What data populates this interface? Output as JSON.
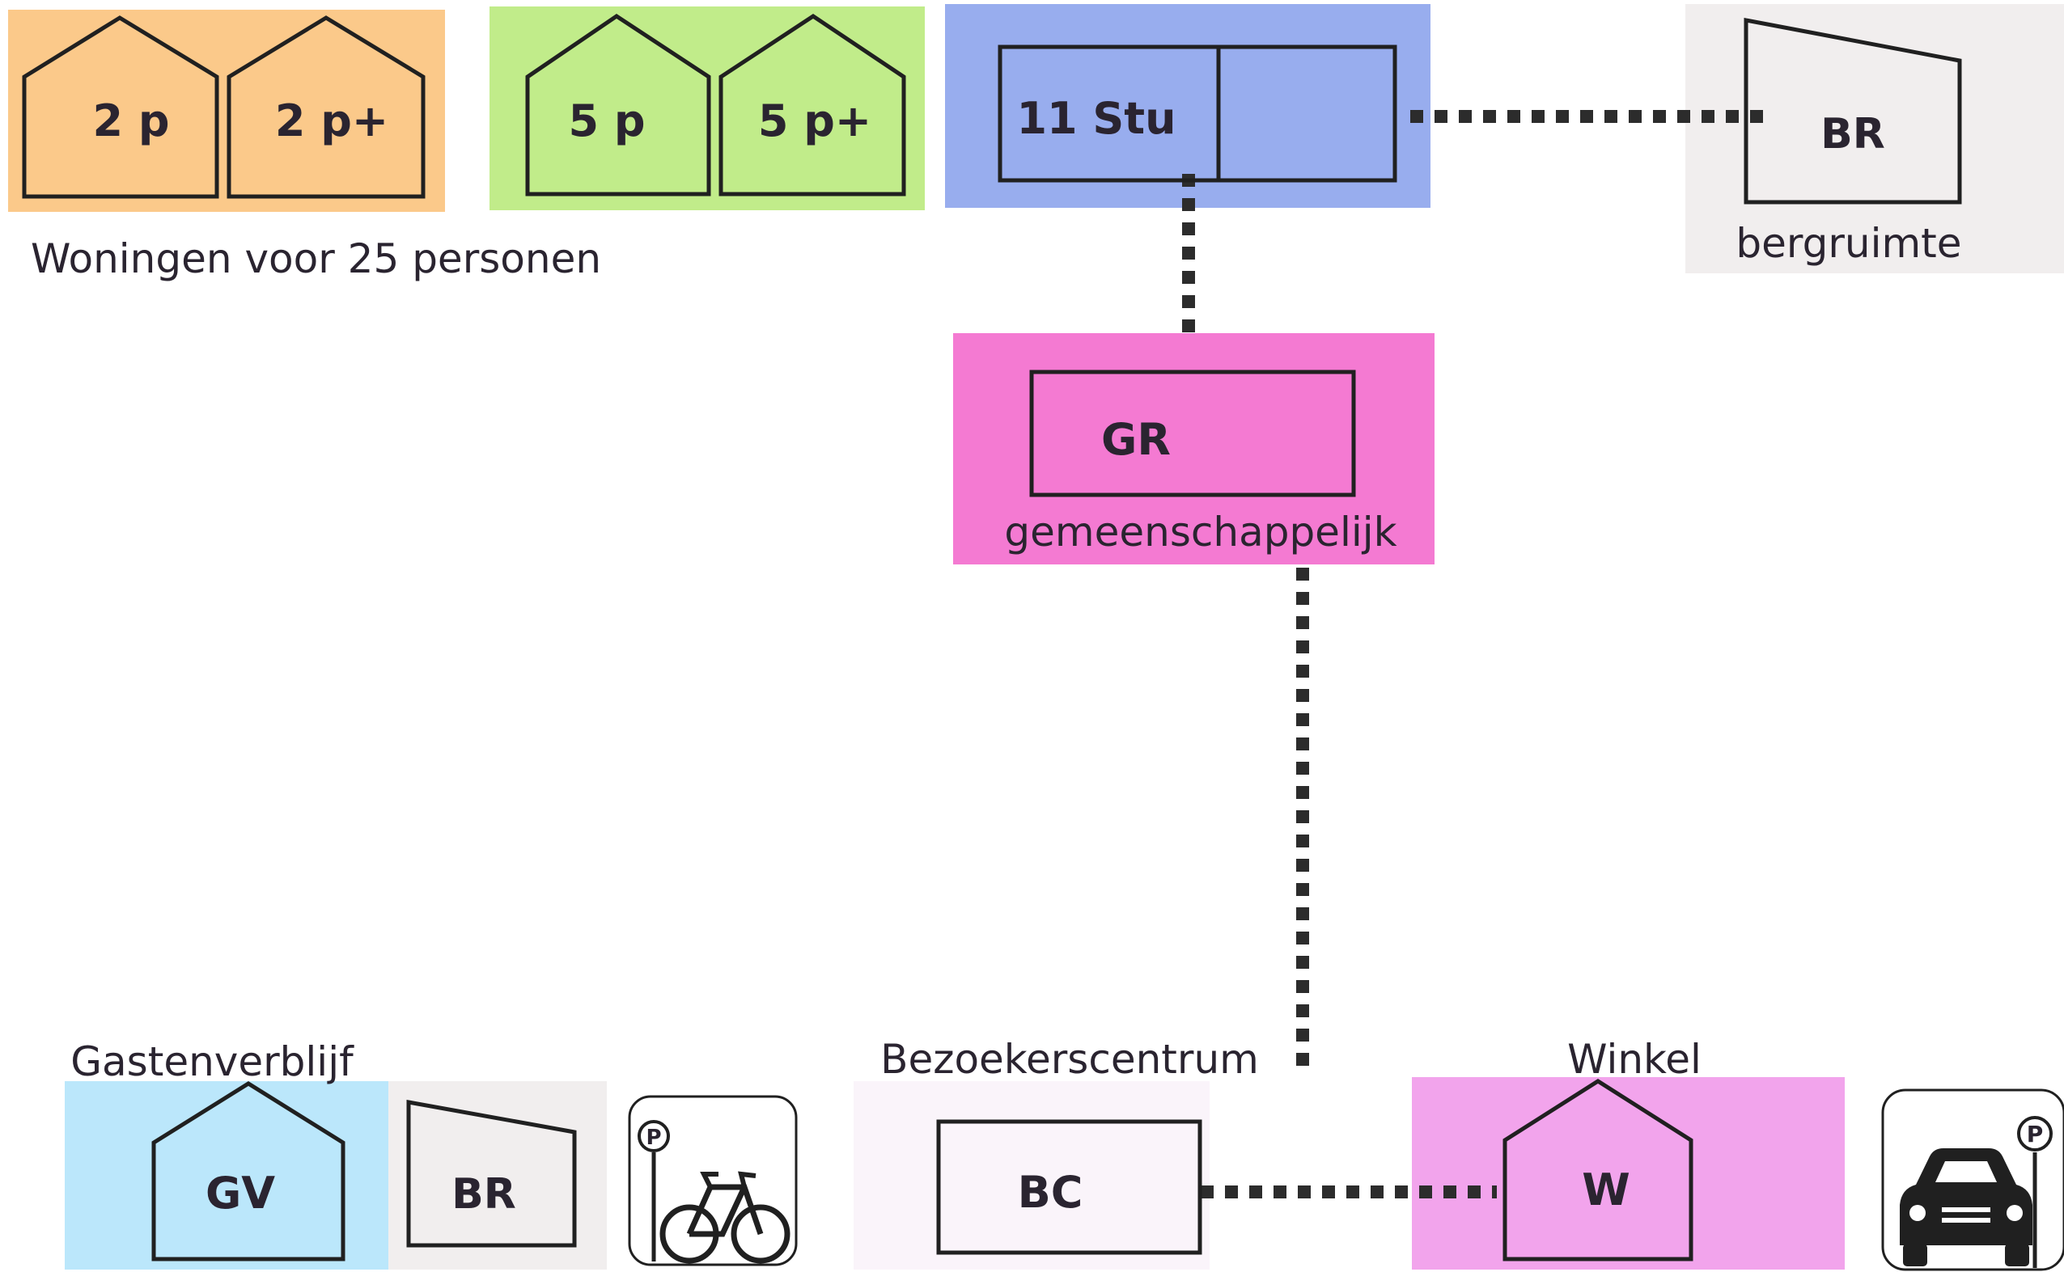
{
  "colors": {
    "orange": "#fbc98a",
    "green": "#c1ec8a",
    "blue": "#98adee",
    "light_gray": "#f1eeee",
    "pink": "#f47ad2",
    "light_blue": "#bbe7fb",
    "light_pink": "#faf4fa",
    "magenta": "#f2a4ec",
    "ink": "#202020"
  },
  "units": {
    "u2p": "2 p",
    "u2pplus": "2 p+",
    "u5p": "5 p",
    "u5pplus": "5 p+",
    "stu": "11 Stu",
    "br_top": "BR",
    "gr": "GR",
    "gv": "GV",
    "br_bottom": "BR",
    "bc": "BC",
    "w": "W"
  },
  "captions": {
    "woningen": "Woningen voor 25 personen",
    "bergruimte": "bergruimte",
    "gemeenschappelijk": "gemeenschappelijk",
    "gastenverblijf": "Gastenverblijf",
    "bezoekerscentrum": "Bezoekerscentrum",
    "winkel": "Winkel"
  },
  "icons": {
    "bike_parking": "bicycle-parking-icon",
    "car_parking": "car-parking-icon",
    "parking_letter": "P"
  }
}
